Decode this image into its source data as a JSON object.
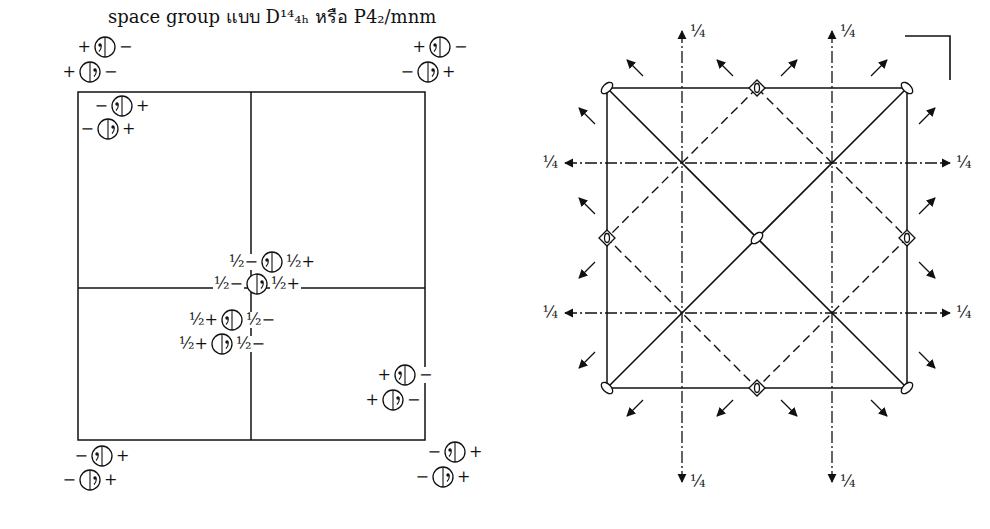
{
  "diagram": {
    "title": "space group แบบ D¹⁴₄ₕ หรือ P4₂/mnm",
    "labels": [
      "+",
      "−",
      "+",
      "−",
      "+",
      "−",
      "−",
      "+",
      "−",
      "+",
      "−",
      "+",
      "½−",
      "½+",
      "½−",
      "½+",
      "½+",
      "½−",
      "½+",
      "½−",
      "+",
      "−",
      "+",
      "−",
      "−",
      "+",
      "−",
      "+",
      "−",
      "+",
      "−",
      "+",
      "¼",
      "¼",
      "¼",
      "¼",
      "¼",
      "¼",
      "¼",
      "¼"
    ]
  }
}
